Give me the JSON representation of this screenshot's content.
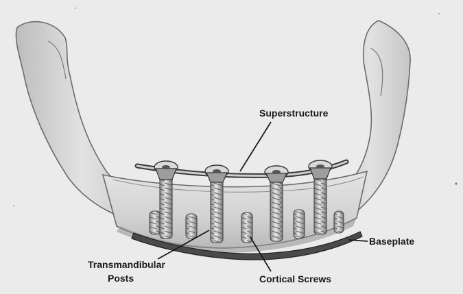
{
  "figure": {
    "labels": {
      "superstructure": "Superstructure",
      "baseplate": "Baseplate",
      "transmandibular_line1": "Transmandibular",
      "transmandibular_line2": "Posts",
      "cortical_screws": "Cortical Screws"
    },
    "colors": {
      "background": "#ebebeb",
      "bone": "#d8d8d8",
      "bone_shadow": "#9a9a9a",
      "metal": "#b5b5b5",
      "ink": "#1a1a1a"
    }
  }
}
